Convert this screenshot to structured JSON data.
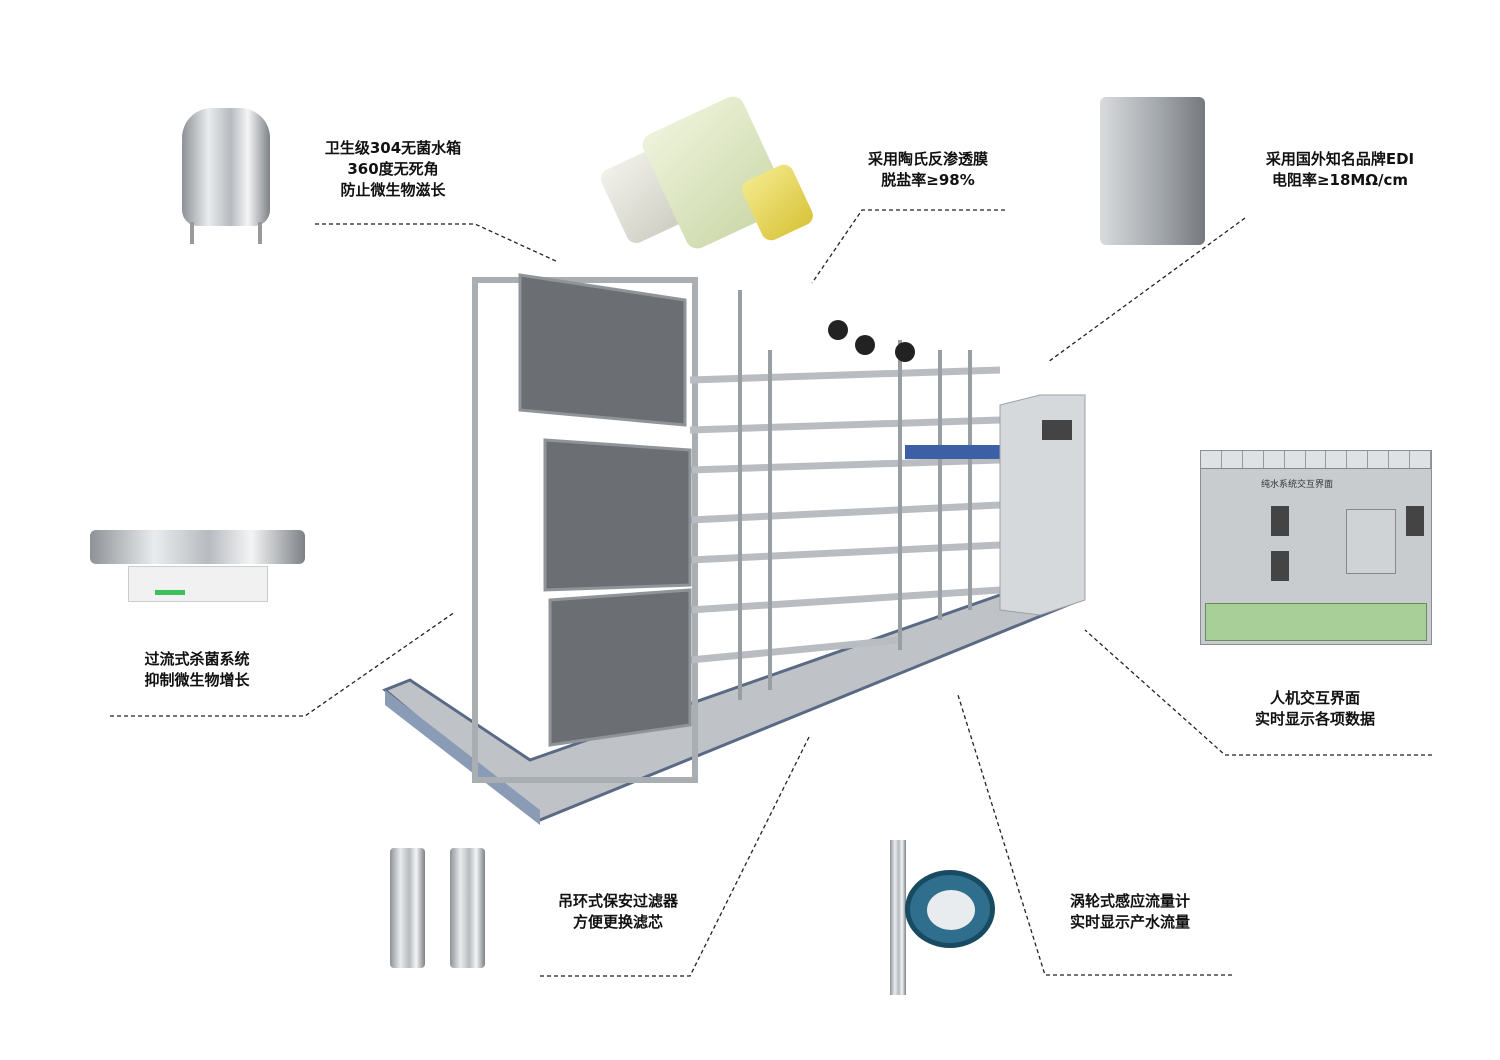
{
  "callouts": {
    "tank": {
      "lines": [
        "卫生级304无菌水箱",
        "360度无死角",
        "防止微生物滋长"
      ]
    },
    "membrane": {
      "lines": [
        "采用陶氏反渗透膜",
        "脱盐率≥98%"
      ]
    },
    "edi": {
      "lines": [
        "采用国外知名品牌EDI",
        "电阻率≥18MΩ/cm"
      ]
    },
    "uv": {
      "lines": [
        "过流式杀菌系统",
        "抑制微生物增长"
      ]
    },
    "hmi": {
      "lines": [
        "人机交互界面",
        "实时显示各项数据"
      ]
    },
    "filter": {
      "lines": [
        "吊环式保安过滤器",
        "方便更换滤芯"
      ]
    },
    "flowmeter": {
      "lines": [
        "涡轮式感应流量计",
        "实时显示产水流量"
      ]
    }
  },
  "hmi_screen": {
    "title": "纯水系统交互界面"
  },
  "colors": {
    "line": "#222222",
    "steel": "#b7bbbf",
    "panel": "#5f6368",
    "hmi_green": "#a9cf98"
  }
}
